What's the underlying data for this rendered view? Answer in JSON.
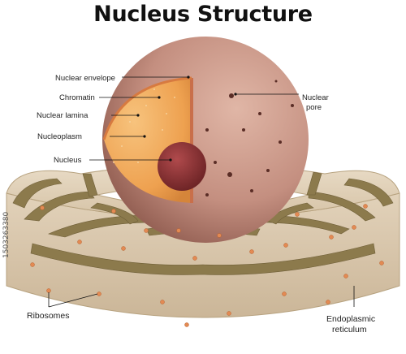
{
  "title": "Nucleus Structure",
  "labels": {
    "nuclear_envelope": "Nuclear envelope",
    "chromatin": "Chromatin",
    "nuclear_lamina": "Nuclear lamina",
    "nucleoplasm": "Nucleoplasm",
    "nucleus": "Nucleus",
    "nuclear_pore_line1": "Nuclear",
    "nuclear_pore_line2": "pore",
    "ribosomes": "Ribosomes",
    "er_line1": "Endoplasmic",
    "er_line2": "reticulum"
  },
  "watermark": "1503263380",
  "colors": {
    "er_fill": "#d9c6ac",
    "er_groove": "#8c7a4c",
    "nucleoplasm": "#f0a851",
    "envelope": "#b98677",
    "nucleolus": "#7a2a2c",
    "ribosome": "#e38a53"
  }
}
